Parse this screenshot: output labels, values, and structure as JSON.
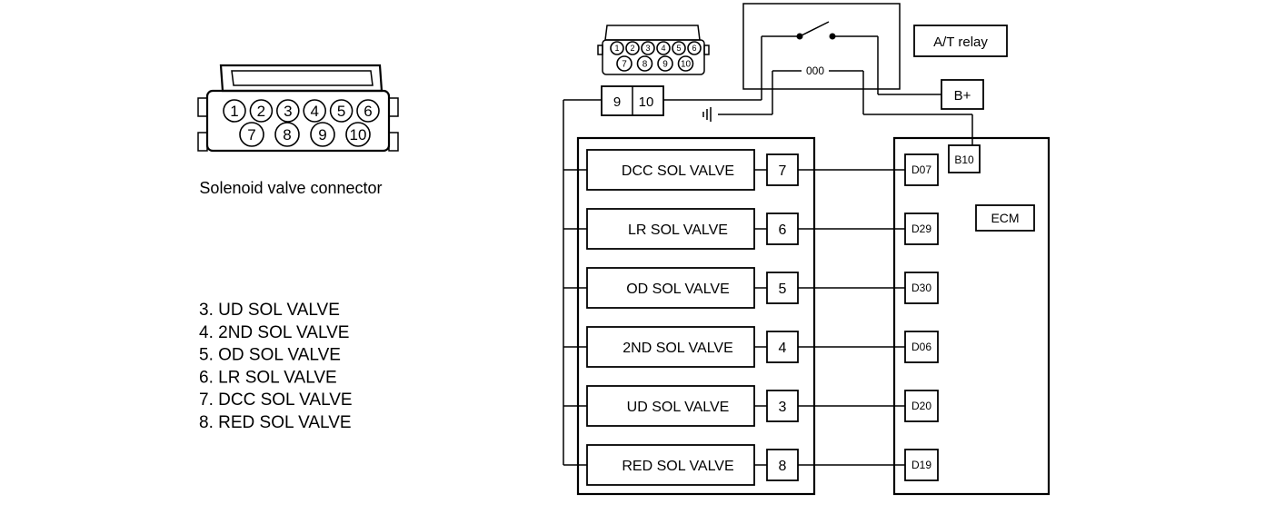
{
  "connector_caption": "Solenoid valve connector",
  "connector_pins_top": [
    "1",
    "2",
    "3",
    "4",
    "5",
    "6"
  ],
  "connector_pins_bottom": [
    "7",
    "8",
    "9",
    "10"
  ],
  "small_connector_pins_top": [
    "1",
    "2",
    "3",
    "4",
    "5",
    "6"
  ],
  "small_connector_pins_bottom": [
    "7",
    "8",
    "9",
    "10"
  ],
  "legend": [
    "3. UD SOL VALVE",
    "4. 2ND SOL VALVE",
    "5. OD SOL VALVE",
    "6. LR SOL VALVE",
    "7. DCC SOL VALVE",
    "8. RED SOL VALVE"
  ],
  "top_pins": [
    "9",
    "10"
  ],
  "relay_label": "A/T relay",
  "coil_label": "000",
  "bplus_label": "B+",
  "ecm_label": "ECM",
  "ecm_supply_pin": "B10",
  "valves": [
    {
      "name": "DCC SOL VALVE",
      "pin": "7",
      "ecm_pin": "D07"
    },
    {
      "name": "LR SOL VALVE",
      "pin": "6",
      "ecm_pin": "D29"
    },
    {
      "name": "OD SOL VALVE",
      "pin": "5",
      "ecm_pin": "D30"
    },
    {
      "name": "2ND SOL VALVE",
      "pin": "4",
      "ecm_pin": "D06"
    },
    {
      "name": "UD SOL VALVE",
      "pin": "3",
      "ecm_pin": "D20"
    },
    {
      "name": "RED SOL VALVE",
      "pin": "8",
      "ecm_pin": "D19"
    }
  ]
}
